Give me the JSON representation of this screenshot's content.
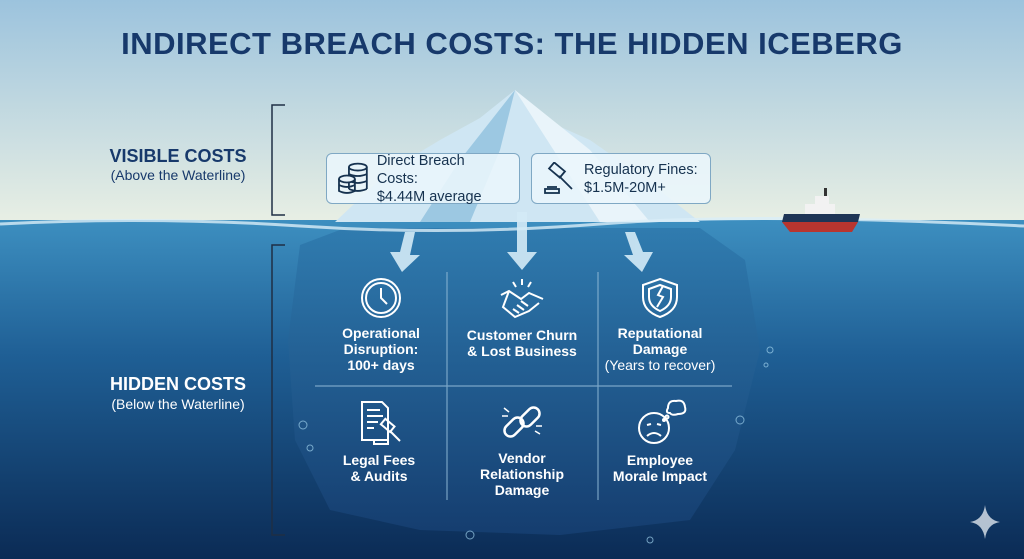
{
  "title": "INDIRECT BREACH COSTS: THE HIDDEN ICEBERG",
  "visible": {
    "heading": "VISIBLE COSTS",
    "sub": "(Above the Waterline)"
  },
  "hidden": {
    "heading": "HIDDEN COSTS",
    "sub": "(Below the Waterline)"
  },
  "boxes": [
    {
      "icon": "coins-icon",
      "line1": "Direct Breach Costs:",
      "line2": "$4.44M average"
    },
    {
      "icon": "gavel-icon",
      "line1": "Regulatory Fines:",
      "line2": "$1.5M-20M+"
    }
  ],
  "cells": [
    {
      "icon": "clock-icon",
      "lines": [
        "Operational",
        "Disruption:",
        "100+ days"
      ]
    },
    {
      "icon": "handshake-icon",
      "lines": [
        "Customer Churn",
        "& Lost Business"
      ]
    },
    {
      "icon": "broken-shield-icon",
      "lines": [
        "Reputational",
        "Damage",
        "(Years to recover)"
      ]
    },
    {
      "icon": "legal-document-icon",
      "lines": [
        "Legal Fees",
        "& Audits"
      ]
    },
    {
      "icon": "broken-chain-icon",
      "lines": [
        "Vendor",
        "Relationship",
        "Damage"
      ]
    },
    {
      "icon": "sad-face-icon",
      "lines": [
        "Employee",
        "Morale Impact"
      ]
    }
  ],
  "colors": {
    "title": "#17396b",
    "water_top": "#3d8fc0",
    "water_bottom": "#0b2b55",
    "sky_top": "#9cc3dd"
  }
}
